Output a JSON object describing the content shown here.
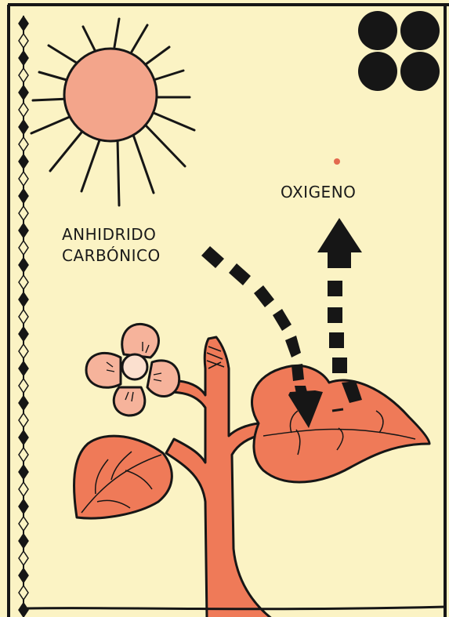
{
  "labels": {
    "oxygen": "OXIGENO",
    "carbon_dioxide_line1": "ANHIDRIDO",
    "carbon_dioxide_line2": "CARBÓNICO"
  },
  "colors": {
    "background": "#fbf3c4",
    "sun": "#f3a58b",
    "plant": "#ef7a58",
    "flower": "#f6b39b",
    "ink": "#161616"
  },
  "icons": [
    "sun-icon",
    "four-dots-icon",
    "flower-icon",
    "plant-icon",
    "arrow-down-icon",
    "arrow-up-icon"
  ]
}
